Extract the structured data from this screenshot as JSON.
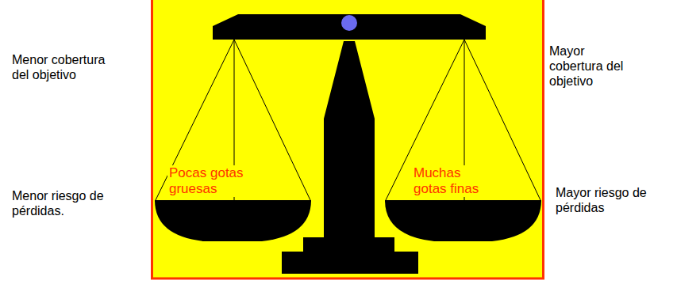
{
  "diagram": {
    "nodes": [
      {
        "text": [
          "Pocas gotas gruesas"
        ]
      },
      {
        "text": [
          "Muchas gotas finas"
        ]
      }
    ],
    "labels": [
      "Menor cobertura del objetivo",
      "Menor riesgo de pérdidas.",
      "Mayor cobertura del objetivo",
      "Mayor riesgo de pérdidas"
    ]
  }
}
